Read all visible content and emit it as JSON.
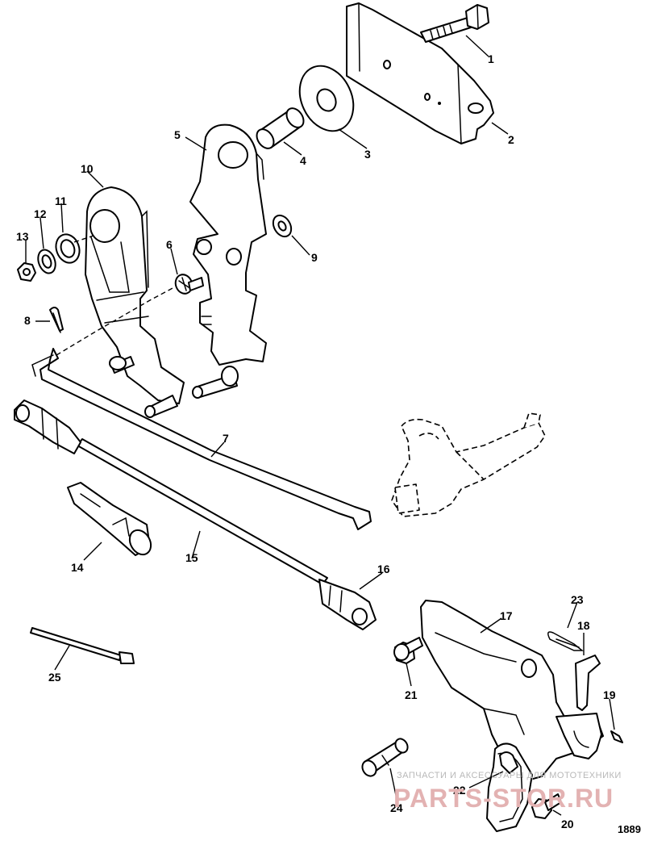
{
  "figure_number": "1889",
  "watermark": {
    "caption": "ЗАПЧАСТИ И АКСЕССУАРЫ ДЛЯ МОТОТЕХНИКИ",
    "logo": "PARTS-STOR.RU"
  },
  "callouts": [
    "1",
    "2",
    "3",
    "4",
    "5",
    "6",
    "7",
    "8",
    "9",
    "10",
    "11",
    "12",
    "13",
    "14",
    "15",
    "16",
    "17",
    "18",
    "19",
    "20",
    "21",
    "22",
    "23",
    "24",
    "25"
  ]
}
